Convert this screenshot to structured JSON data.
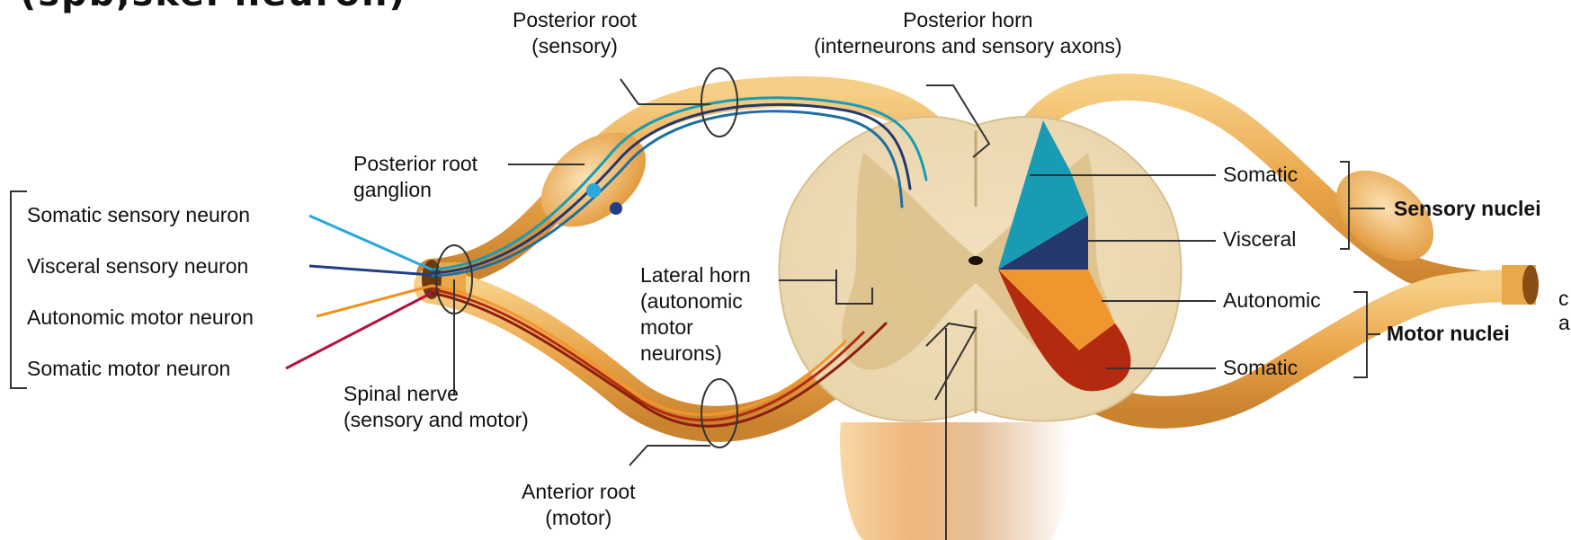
{
  "header": {
    "title_fragment": "(spb,skel neuron)"
  },
  "labels": {
    "posterior_root": "Posterior root\n(sensory)",
    "posterior_horn": "Posterior horn\n(interneurons and sensory axons)",
    "posterior_root_ganglion": "Posterior root\nganglion",
    "lateral_horn": "Lateral horn\n(autonomic\nmotor\nneurons)",
    "spinal_nerve": "Spinal nerve\n(sensory and motor)",
    "anterior_root": "Anterior root\n(motor)",
    "somatic_upper": "Somatic",
    "visceral": "Visceral",
    "sensory_nuclei": "Sensory nuclei",
    "autonomic": "Autonomic",
    "somatic_lower": "Somatic",
    "motor_nuclei": "Motor nuclei",
    "edge_c": "c",
    "edge_a": "a"
  },
  "legend": [
    {
      "label": "Somatic sensory neuron",
      "color": "#2aa7dc"
    },
    {
      "label": "Visceral sensory neuron",
      "color": "#1f3f86"
    },
    {
      "label": "Autonomic motor neuron",
      "color": "#f0921e"
    },
    {
      "label": "Somatic motor neuron",
      "color": "#b3123f"
    }
  ],
  "colors": {
    "nerve": "#e9a94b",
    "nerve_light": "#f6d7a2",
    "cord": "#f3e4c4",
    "gray_matter": "#e8d3a6",
    "somatic_sensory": "#1a9bb4",
    "visceral_sensory": "#24386d",
    "autonomic_motor": "#f0962e",
    "somatic_motor": "#b42a0f"
  }
}
